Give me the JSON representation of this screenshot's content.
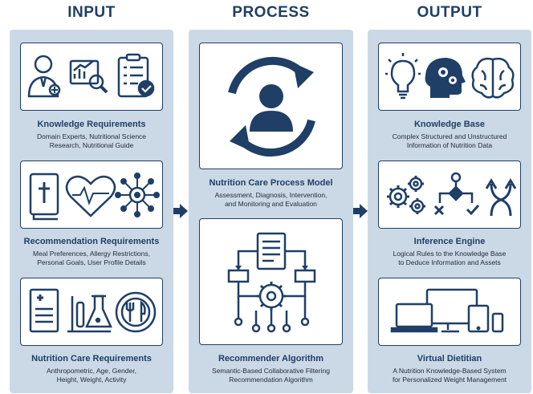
{
  "columns": {
    "input": "INPUT",
    "process": "PROCESS",
    "output": "OUTPUT"
  },
  "input": {
    "knowledge": {
      "title": "Knowledge Requirements",
      "desc1": "Domain Experts, Nutritional Science",
      "desc2": "Research, Nutritional Guide"
    },
    "recommendation": {
      "title": "Recommendation Requirements",
      "desc1": "Meal Preferences, Allergy Restrictions,",
      "desc2": "Personal Goals, User Profile Details"
    },
    "nutrition": {
      "title": "Nutrition Care Requirements",
      "desc1": "Anthropometric, Age, Gender,",
      "desc2": "Height, Weight, Activity"
    }
  },
  "process": {
    "model": {
      "title": "Nutrition Care Process Model",
      "desc1": "Assessment, Diagnosis, Intervention,",
      "desc2": "and Monitoring and Evaluation"
    },
    "algorithm": {
      "title": "Recommender Algorithm",
      "desc1": "Semantic-Based Collaborative Filtering",
      "desc2": "Recommendation Algorithm"
    }
  },
  "output": {
    "kb": {
      "title": "Knowledge Base",
      "desc1": "Complex Structured and Unstructured",
      "desc2": "Information of Nutrition Data"
    },
    "inference": {
      "title": "Inference Engine",
      "desc1": "Logical Rules to the Knowledge Base",
      "desc2": "to Deduce Information and Assets"
    },
    "dietitian": {
      "title": "Virtual Dietitian",
      "desc1": "A Nutrition Knowledge-Based System",
      "desc2": "for Personalized Weight Management"
    }
  },
  "colors": {
    "navy": "#1f3f66",
    "panel": "#cbd8e6"
  }
}
